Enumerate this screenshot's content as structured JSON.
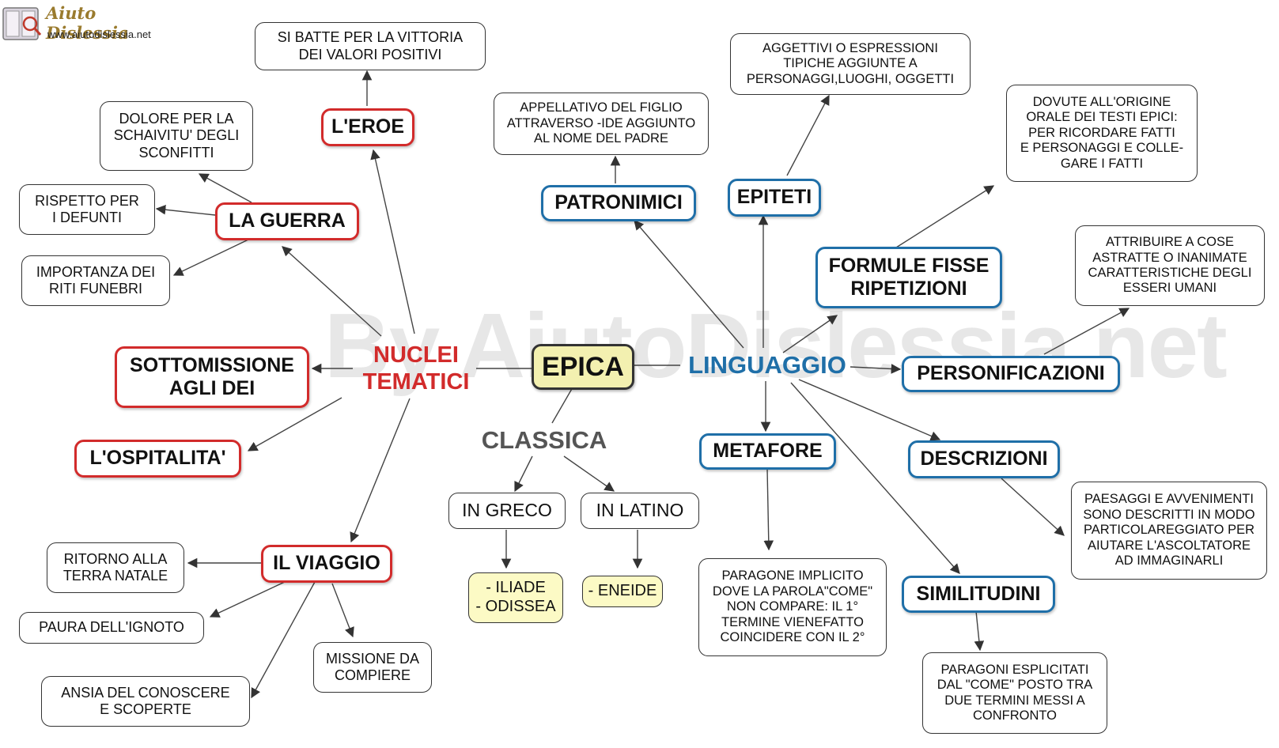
{
  "watermark": "By AiutoDislessia.net",
  "logo": {
    "title": "Aiuto Dislessia",
    "url": "www.aiutodislessia.net"
  },
  "colors": {
    "red": "#d22b2b",
    "blue": "#1f6fa8",
    "yellow": "#fcfac5",
    "center": "#f3f0b0"
  },
  "center": "EPICA",
  "hubs": {
    "nuclei": "NUCLEI\nTEMATICI",
    "linguaggio": "LINGUAGGIO",
    "classica": "CLASSICA"
  },
  "nuclei": {
    "eroe": "L'EROE",
    "eroe_desc": "SI BATTE PER LA VITTORIA\nDEI VALORI POSITIVI",
    "guerra": "LA GUERRA",
    "guerra_dolore": "DOLORE PER LA\nSCHAIVITU' DEGLI\nSCONFITTI",
    "guerra_rispetto": "RISPETTO PER\nI DEFUNTI",
    "guerra_riti": "IMPORTANZA DEI\nRITI FUNEBRI",
    "sottomissione": "SOTTOMISSIONE\nAGLI DEI",
    "ospitalita": "L'OSPITALITA'",
    "viaggio": "IL VIAGGIO",
    "viaggio_ritorno": "RITORNO ALLA\nTERRA NATALE",
    "viaggio_paura": "PAURA DELL'IGNOTO",
    "viaggio_ansia": "ANSIA DEL CONOSCERE\nE SCOPERTE",
    "viaggio_missione": "MISSIONE DA\nCOMPIERE"
  },
  "classica": {
    "greco": "IN GRECO",
    "latino": "IN LATINO",
    "greco_opere": "- ILIADE\n- ODISSEA",
    "latino_opere": "- ENEIDE"
  },
  "linguaggio": {
    "patronimici": "PATRONIMICI",
    "patronimici_desc": "APPELLATIVO DEL FIGLIO\nATTRAVERSO -IDE AGGIUNTO\nAL NOME DEL PADRE",
    "epiteti": "EPITETI",
    "epiteti_desc": "AGGETTIVI O ESPRESSIONI\nTIPICHE AGGIUNTE A\nPERSONAGGI,LUOGHI, OGGETTI",
    "formule": "FORMULE FISSE\nRIPETIZIONI",
    "formule_desc": "DOVUTE ALL'ORIGINE\nORALE DEI TESTI EPICI:\nPER RICORDARE FATTI\nE PERSONAGGI E COLLE-\nGARE I FATTI",
    "personificazioni": "PERSONIFICAZIONI",
    "personificazioni_desc": "ATTRIBUIRE A COSE\nASTRATTE O INANIMATE\nCARATTERISTICHE DEGLI\nESSERI UMANI",
    "metafore": "METAFORE",
    "metafore_desc": "PARAGONE IMPLICITO\nDOVE LA PAROLA\"COME\"\nNON COMPARE: IL 1°\nTERMINE VIENEFATTO\nCOINCIDERE CON IL 2°",
    "descrizioni": "DESCRIZIONI",
    "descrizioni_desc": "PAESAGGI E AVVENIMENTI\nSONO DESCRITTI IN MODO\nPARTICOLAREGGIATO PER\nAIUTARE L'ASCOLTATORE\nAD IMMAGINARLI",
    "similitudini": "SIMILITUDINI",
    "similitudini_desc": "PARAGONI ESPLICITATI\nDAL \"COME\" POSTO TRA\nDUE TERMINI MESSI A\nCONFRONTO"
  }
}
